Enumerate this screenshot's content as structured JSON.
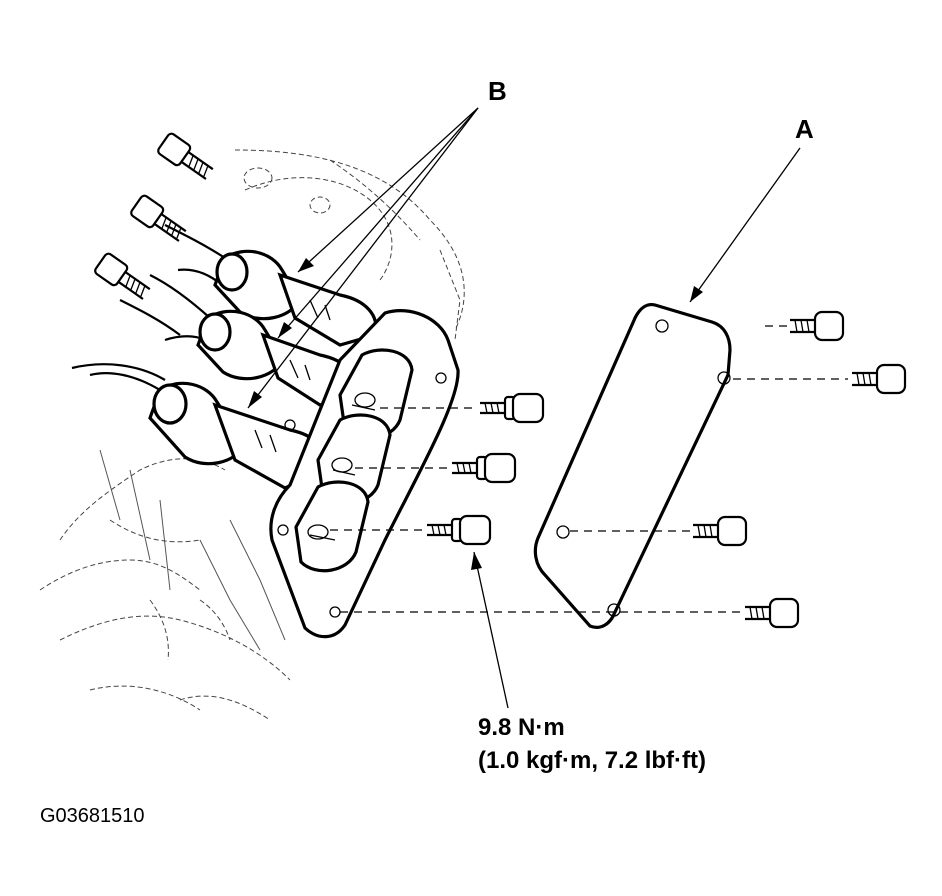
{
  "labels": {
    "callout_a": "A",
    "callout_b": "B",
    "torque_line1": "9.8 N·m",
    "torque_line2": "(1.0 kgf·m, 7.2 lbf·ft)",
    "figure_id": "G03681510"
  }
}
